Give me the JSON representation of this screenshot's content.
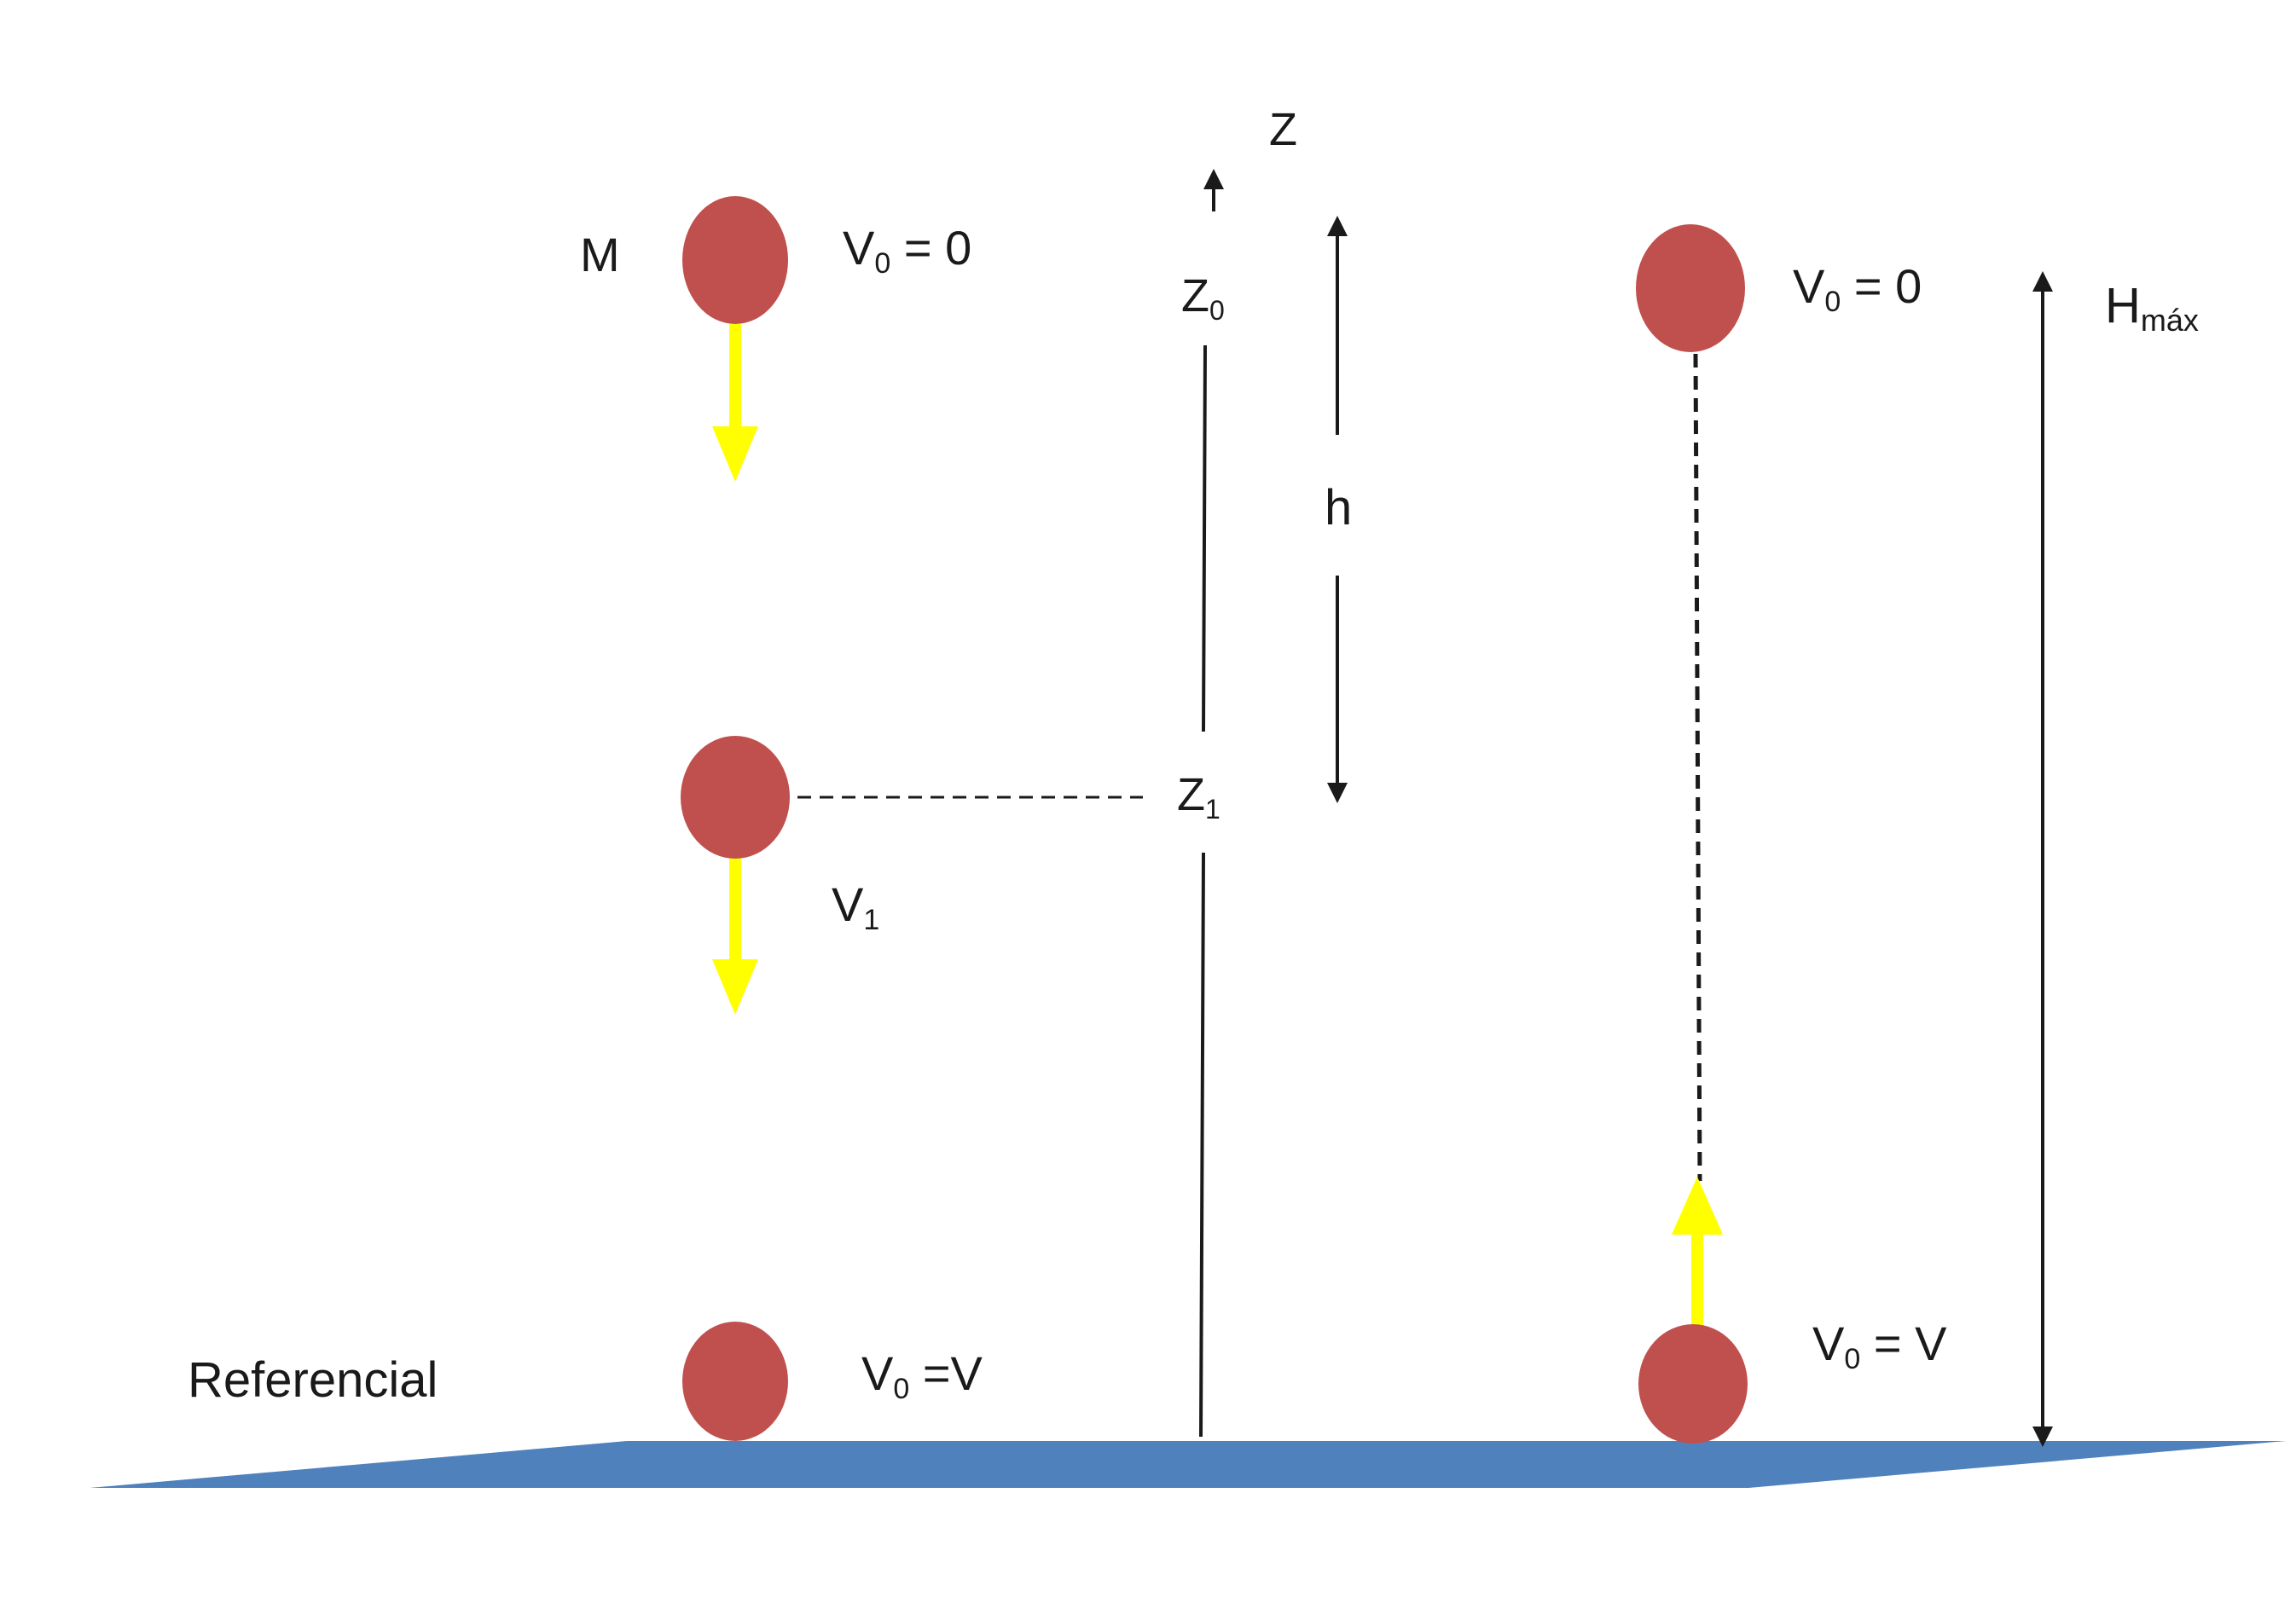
{
  "labels": {
    "mass": "M",
    "reference": "Referencial",
    "axis": "Z",
    "z0_main": "Z",
    "z0_sub": "0",
    "z1_main": "Z",
    "z1_sub": "1",
    "h": "h",
    "hmax_main": "H",
    "hmax_sub": "máx"
  },
  "left_column": {
    "top_v_main": "V",
    "top_v_sub": "0",
    "top_v_rest": " = 0",
    "mid_v_main": "V",
    "mid_v_sub": "1",
    "bottom_v_main": "V",
    "bottom_v_sub": "0",
    "bottom_v_rest": " =V"
  },
  "right_column": {
    "top_v_main": "V",
    "top_v_sub": "0",
    "top_v_rest": " = 0",
    "bottom_v_main": "V",
    "bottom_v_sub": "0",
    "bottom_v_rest": " = V"
  },
  "colors": {
    "ball": "#c0504d",
    "velocity_arrow": "#ffff00",
    "ground": "#4f81bd",
    "line": "#1a1a1a"
  }
}
